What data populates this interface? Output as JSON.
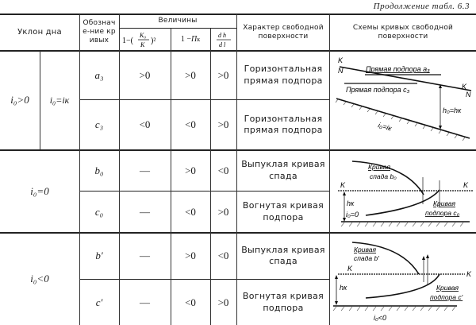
{
  "caption": "Продолжение табл. 6.3",
  "header": {
    "slope": "Уклон дна",
    "curve_label": "Обозначе-ние кривых",
    "quantities": "Величины",
    "q1": "1−(K₀/K)²",
    "q2": "1−Πк",
    "q3": "dh/dl",
    "surface_char": "Характер свободной поверхности",
    "schemes": "Схемы кривых свободной поверхности"
  },
  "groups": [
    {
      "slope": "i₀>0",
      "sub_slope": "i₀=iк",
      "rows": [
        {
          "curve": "a₃",
          "q1": ">0",
          "q2": ">0",
          "q3": ">0",
          "desc": "Горизонтальная прямая подпора"
        },
        {
          "curve": "c₃",
          "q1": "<0",
          "q2": "<0",
          "q3": ">0",
          "desc": "Горизонтальная прямая подпора"
        }
      ],
      "scheme": {
        "label_a": "Прямая подпора a₃",
        "label_c": "Прямая подпора c₃",
        "depth": "h₀=hк",
        "bed": "i₀=iк",
        "k": "K",
        "n": "N"
      }
    },
    {
      "slope": "i₀=0",
      "rows": [
        {
          "curve": "b₀",
          "q1": "—",
          "q2": ">0",
          "q3": "<0",
          "desc": "Выпуклая кривая спада"
        },
        {
          "curve": "c₀",
          "q1": "—",
          "q2": "<0",
          "q3": ">0",
          "desc": "Вогнутая кривая подпора"
        }
      ],
      "scheme": {
        "label_b1": "Кривая",
        "label_b2": "спада b₀",
        "label_c1": "Кривая",
        "label_c2": "подпора c₀",
        "depth": "hк",
        "bed": "i₀=0",
        "k": "K"
      }
    },
    {
      "slope": "i₀<0",
      "rows": [
        {
          "curve": "b′",
          "q1": "—",
          "q2": ">0",
          "q3": "<0",
          "desc": "Выпуклая кривая спада"
        },
        {
          "curve": "c′",
          "q1": "—",
          "q2": "<0",
          "q3": ">0",
          "desc": "Вогнутая кривая подпора"
        }
      ],
      "scheme": {
        "label_b1": "Кривая",
        "label_b2": "спада b′",
        "label_c1": "Кривая",
        "label_c2": "подпора c′",
        "depth": "hк",
        "bed": "i₀<0",
        "k": "K"
      }
    }
  ]
}
